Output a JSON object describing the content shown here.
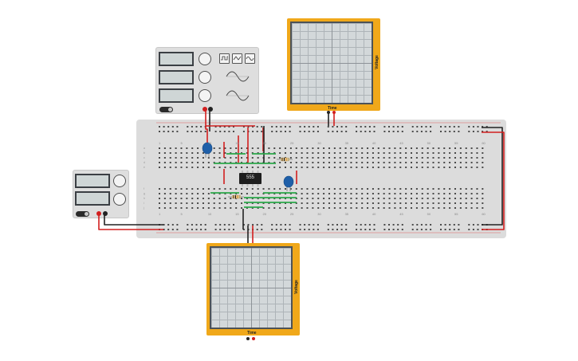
{
  "function_generator": {
    "wave_buttons": [
      "square-wave-icon",
      "triangle-wave-icon",
      "sine-wave-icon"
    ],
    "power_toggle": "off"
  },
  "power_supply": {
    "power_toggle": "off"
  },
  "oscilloscope_top": {
    "x_label": "Time",
    "y_label": "Voltage"
  },
  "oscilloscope_bottom": {
    "x_label": "Time",
    "y_label": "Voltage"
  },
  "breadboard": {
    "column_numbers": [
      "1",
      "5",
      "10",
      "15",
      "20",
      "25",
      "30",
      "35",
      "40",
      "45",
      "50",
      "55",
      "60"
    ],
    "top_row_letters": [
      "a",
      "b",
      "c",
      "d",
      "e"
    ],
    "bottom_row_letters": [
      "f",
      "g",
      "h",
      "i",
      "j"
    ]
  },
  "timer_ic": {
    "label": "555"
  },
  "colors": {
    "wire_red": "#d21f1f",
    "wire_black": "#222222",
    "wire_green": "#2ba84a",
    "scope_frame": "#f0a81a",
    "capacitor": "#1f5fa8"
  }
}
